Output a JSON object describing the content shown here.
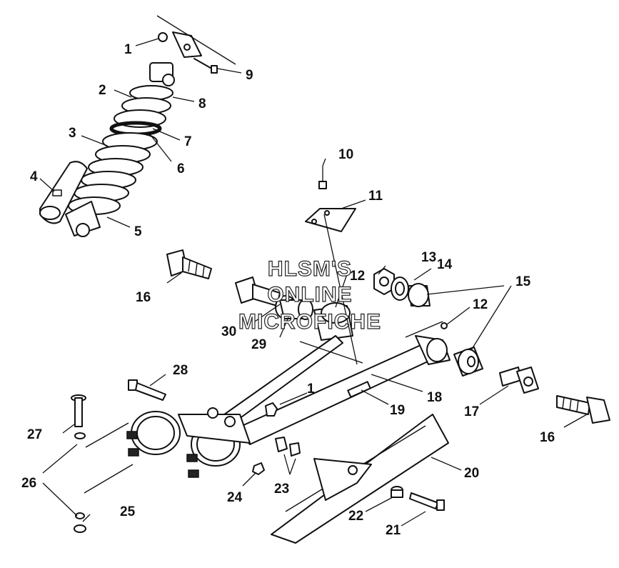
{
  "watermark": [
    "HLSM'S",
    "ONLINE",
    "MICROFICHE"
  ],
  "callouts": {
    "c1a": "1",
    "c2": "2",
    "c3": "3",
    "c4": "4",
    "c5": "5",
    "c6": "6",
    "c7": "7",
    "c8": "8",
    "c9": "9",
    "c10": "10",
    "c11": "11",
    "c12a": "12",
    "c12b": "12",
    "c13": "13",
    "c14": "14",
    "c15": "15",
    "c16a": "16",
    "c16b": "16",
    "c17": "17",
    "c18": "18",
    "c19": "19",
    "c20": "20",
    "c21": "21",
    "c22": "22",
    "c23": "23",
    "c24": "24",
    "c25": "25",
    "c26": "26",
    "c27": "27",
    "c28": "28",
    "c29": "29",
    "c30": "30",
    "c1b": "1"
  }
}
